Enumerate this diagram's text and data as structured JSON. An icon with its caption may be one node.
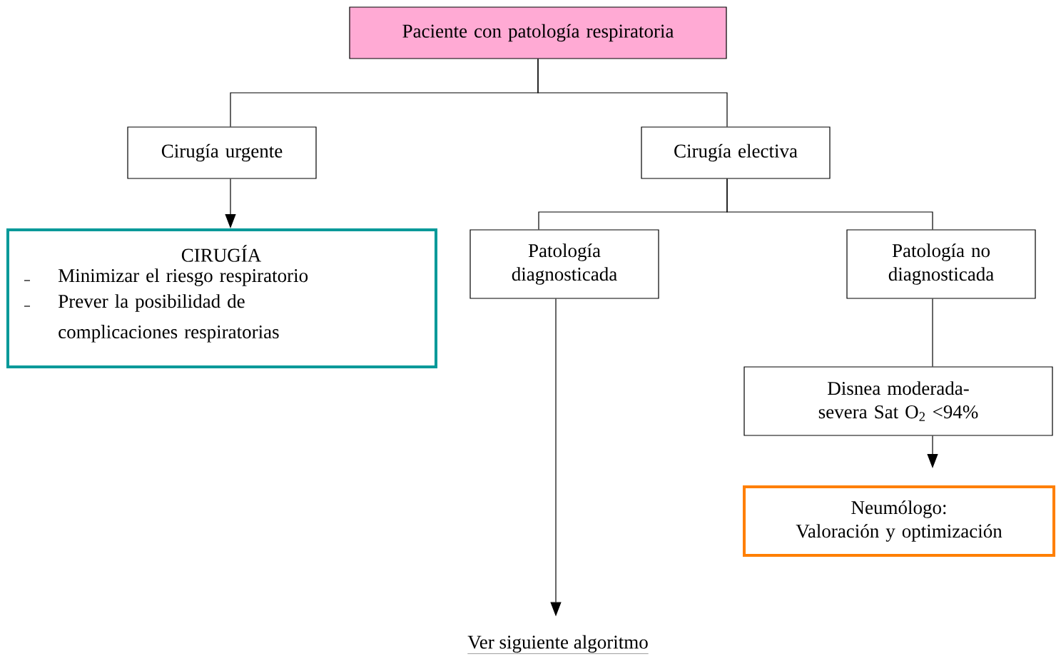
{
  "diagram": {
    "nodes": [
      {
        "text": [
          "Paciente con patología respiratoria"
        ]
      },
      {
        "text": [
          "Cirugía urgente"
        ]
      },
      {
        "text": [
          "Cirugía electiva"
        ]
      },
      {
        "text": [
          "CIRUGÍA",
          "Minimizar el riesgo respiratorio",
          "Prever la posibilidad de complicaciones respiratorias"
        ]
      },
      {
        "text": [
          "Patología diagnosticada"
        ]
      },
      {
        "text": [
          "Patología no diagnosticada"
        ]
      },
      {
        "text": [
          "Disnea moderada-severa Sat O$_{2}$ <94%"
        ]
      },
      {
        "text": [
          "Neumólogo:",
          "Valoración y optimización"
        ]
      },
      {
        "text": [
          "Ver siguiente algoritmo"
        ]
      }
    ],
    "edges": [
      {
        "from": 0,
        "to": 1,
        "arrow": "none"
      },
      {
        "from": 0,
        "to": 2,
        "arrow": "none"
      },
      {
        "from": 1,
        "to": 3,
        "arrow": "to"
      },
      {
        "from": 2,
        "to": 4,
        "arrow": "none"
      },
      {
        "from": 2,
        "to": 5,
        "arrow": "none"
      },
      {
        "from": 4,
        "to": 8,
        "arrow": "to"
      },
      {
        "from": 5,
        "to": 6,
        "arrow": "none"
      },
      {
        "from": 6,
        "to": 7,
        "arrow": "to"
      }
    ]
  }
}
